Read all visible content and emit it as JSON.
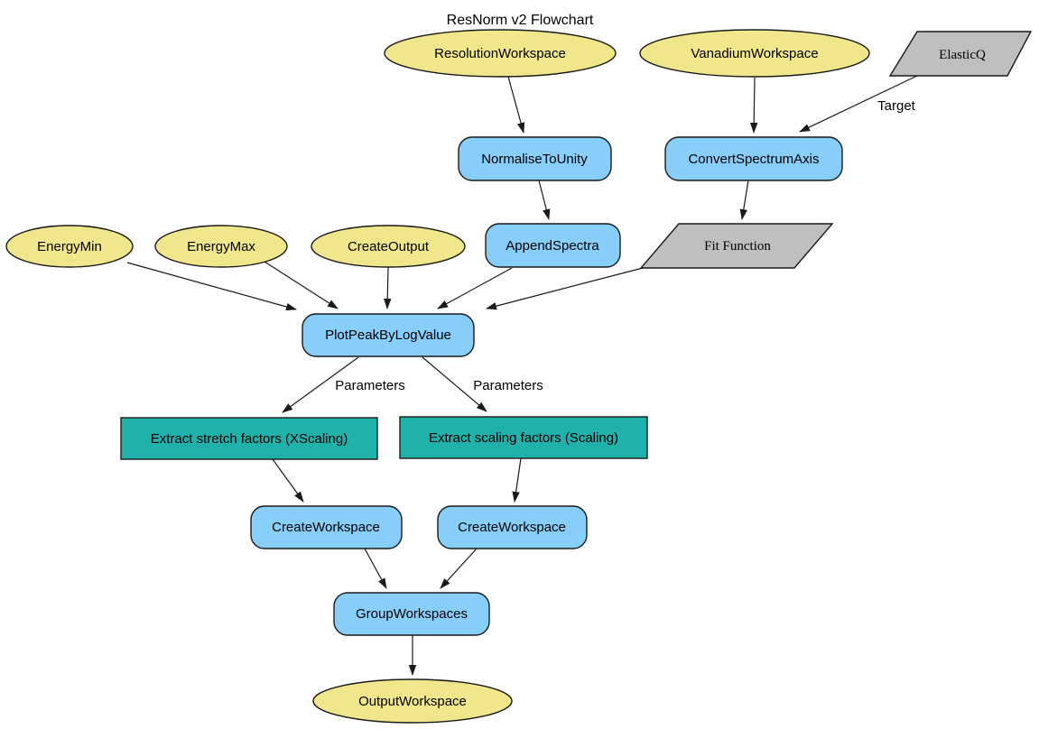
{
  "title": "ResNorm v2 Flowchart",
  "colors": {
    "background": "#ffffff",
    "parameter": "#F0E68C",
    "algorithm": "#87CEFA",
    "process": "#20B2AA",
    "data": "#BFBFBF",
    "edge": "#1a1a1a"
  },
  "nodes": {
    "resolution_workspace": "ResolutionWorkspace",
    "vanadium_workspace": "VanadiumWorkspace",
    "elastic_q": "ElasticQ",
    "normalise_to_unity": "NormaliseToUnity",
    "convert_spectrum_axis": "ConvertSpectrumAxis",
    "append_spectra": "AppendSpectra",
    "fit_function": "Fit Function",
    "energy_min": "EnergyMin",
    "energy_max": "EnergyMax",
    "create_output": "CreateOutput",
    "plot_peak_by_log_value": "PlotPeakByLogValue",
    "extract_stretch": "Extract stretch factors (XScaling)",
    "extract_scaling": "Extract scaling factors (Scaling)",
    "create_workspace_xscaling": "CreateWorkspace",
    "create_workspace_scaling": "CreateWorkspace",
    "group_workspaces": "GroupWorkspaces",
    "output_workspace": "OutputWorkspace"
  },
  "edge_labels": {
    "target": "Target",
    "parameters_left": "Parameters",
    "parameters_right": "Parameters"
  },
  "edges": [
    {
      "from": "ResolutionWorkspace",
      "to": "NormaliseToUnity"
    },
    {
      "from": "VanadiumWorkspace",
      "to": "ConvertSpectrumAxis"
    },
    {
      "from": "ElasticQ",
      "to": "ConvertSpectrumAxis",
      "label": "Target"
    },
    {
      "from": "NormaliseToUnity",
      "to": "AppendSpectra"
    },
    {
      "from": "ConvertSpectrumAxis",
      "to": "Fit Function"
    },
    {
      "from": "AppendSpectra",
      "to": "PlotPeakByLogValue"
    },
    {
      "from": "Fit Function",
      "to": "PlotPeakByLogValue"
    },
    {
      "from": "EnergyMin",
      "to": "PlotPeakByLogValue"
    },
    {
      "from": "EnergyMax",
      "to": "PlotPeakByLogValue"
    },
    {
      "from": "CreateOutput",
      "to": "PlotPeakByLogValue"
    },
    {
      "from": "PlotPeakByLogValue",
      "to": "Extract stretch factors (XScaling)",
      "label": "Parameters"
    },
    {
      "from": "PlotPeakByLogValue",
      "to": "Extract scaling factors (Scaling)",
      "label": "Parameters"
    },
    {
      "from": "Extract stretch factors (XScaling)",
      "to": "CreateWorkspace"
    },
    {
      "from": "Extract scaling factors (Scaling)",
      "to": "CreateWorkspace"
    },
    {
      "from": "CreateWorkspace (XScaling)",
      "to": "GroupWorkspaces"
    },
    {
      "from": "CreateWorkspace (Scaling)",
      "to": "GroupWorkspaces"
    },
    {
      "from": "GroupWorkspaces",
      "to": "OutputWorkspace"
    }
  ]
}
